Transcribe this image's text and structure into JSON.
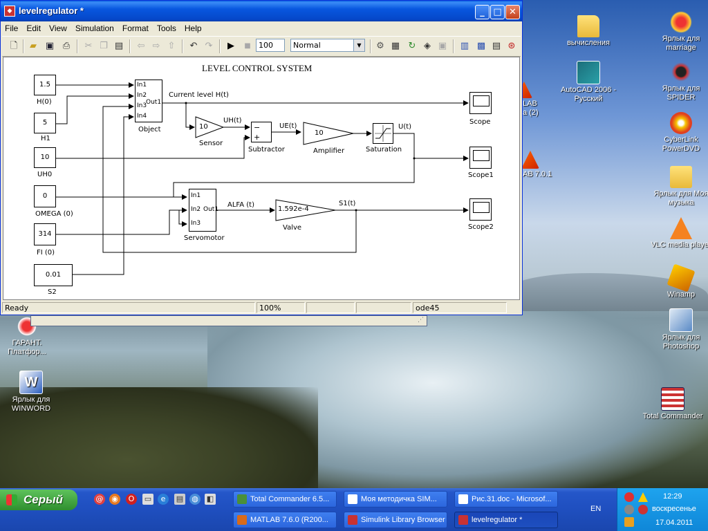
{
  "window": {
    "title": "levelregulator *",
    "controls": {
      "minimize": "_",
      "maximize": "□",
      "close": "✕"
    }
  },
  "menu": [
    "File",
    "Edit",
    "View",
    "Simulation",
    "Format",
    "Tools",
    "Help"
  ],
  "toolbar": {
    "stop_time": "100",
    "sim_mode": "Normal",
    "icons": [
      "new-icon",
      "open-icon",
      "save-icon",
      "print-icon",
      "cut-icon",
      "copy-icon",
      "paste-icon",
      "back-icon",
      "forward-icon",
      "up-icon",
      "undo-icon",
      "redo-icon",
      "play-icon",
      "stop-icon",
      "build-icon",
      "library-icon",
      "update-icon",
      "model-explorer-icon",
      "debugger-icon"
    ]
  },
  "diagram": {
    "title": "LEVEL CONTROL SYSTEM",
    "constants": [
      {
        "value": "1.5",
        "label": "H(0)"
      },
      {
        "value": "5",
        "label": "H1"
      },
      {
        "value": "10",
        "label": "UH0"
      },
      {
        "value": "0",
        "label": "OMEGA (0)"
      },
      {
        "value": "314",
        "label": "FI (0)"
      },
      {
        "value": "0.01",
        "label": "S2"
      }
    ],
    "object": {
      "label": "Object",
      "ports_in": [
        "In1",
        "In2",
        "In3",
        "In4"
      ],
      "port_out": "Out1"
    },
    "sensor": {
      "gain": "10",
      "label": "Sensor"
    },
    "subtractor": {
      "label": "Subtractor",
      "minus": "−",
      "plus": "+"
    },
    "amplifier": {
      "gain": "10",
      "label": "Amplifier"
    },
    "saturation": {
      "label": "Saturation"
    },
    "servomotor": {
      "label": "Servomotor",
      "ports_in": [
        "In1",
        "In2",
        "In3"
      ],
      "port_out": "Out1"
    },
    "valve": {
      "gain": "1.592e-4",
      "label": "Valve"
    },
    "scopes": [
      "Scope",
      "Scope1",
      "Scope2"
    ],
    "signals": {
      "current_level": "Current level H(t)",
      "uh": "UH(t)",
      "ue": "UE(t)",
      "u": "U(t)",
      "alfa": "ALFA (t)",
      "s1": "S1(t)"
    }
  },
  "status": {
    "state": "Ready",
    "zoom": "100%",
    "field3": "",
    "field4": "",
    "solver": "ode45"
  },
  "desktop_icons": [
    {
      "label": "вычисления",
      "icon": "folder-icon"
    },
    {
      "label": "Ярлык для marriage",
      "icon": "marriage-icon"
    },
    {
      "label": "AutoCAD 2006 - Русский",
      "icon": "autocad-icon"
    },
    {
      "label": "Ярлык для SPIDER",
      "icon": "spider-icon"
    },
    {
      "label": "CyberLink PowerDVD",
      "icon": "powerdvd-icon"
    },
    {
      "label": "Ярлык для Моя музыка",
      "icon": "music-folder-icon"
    },
    {
      "label": "VLC media player",
      "icon": "vlc-icon"
    },
    {
      "label": "Winamp",
      "icon": "winamp-icon"
    },
    {
      "label": "Ярлык для Photoshop",
      "icon": "photoshop-icon"
    },
    {
      "label": "Total Commander",
      "icon": "total-commander-icon"
    },
    {
      "label": "ГАРАНТ. Платфор...",
      "icon": "garant-icon"
    },
    {
      "label": "Ярлык для WINWORD",
      "icon": "word-icon"
    },
    {
      "label": "LAB a (2)",
      "icon": "matlab-icon"
    },
    {
      "label": "AB 7.0.1",
      "icon": "matlab-icon"
    }
  ],
  "taskbar": {
    "start_label": "Серый",
    "tasks": [
      {
        "label": "Total Commander 6.5...",
        "color": "#4a8f3a"
      },
      {
        "label": "Моя методичка SIM...",
        "color": "#2b5fbf"
      },
      {
        "label": "Рис.31.doc - Microsof...",
        "color": "#2b5fbf"
      },
      {
        "label": "MATLAB 7.6.0 (R200...",
        "color": "#d86a1a"
      },
      {
        "label": "Simulink Library Browser",
        "color": "#c83232"
      },
      {
        "label": "levelregulator *",
        "color": "#c83232"
      }
    ],
    "lang": "EN",
    "time": "12:29",
    "day": "воскресенье",
    "date": "17.04.2011"
  }
}
